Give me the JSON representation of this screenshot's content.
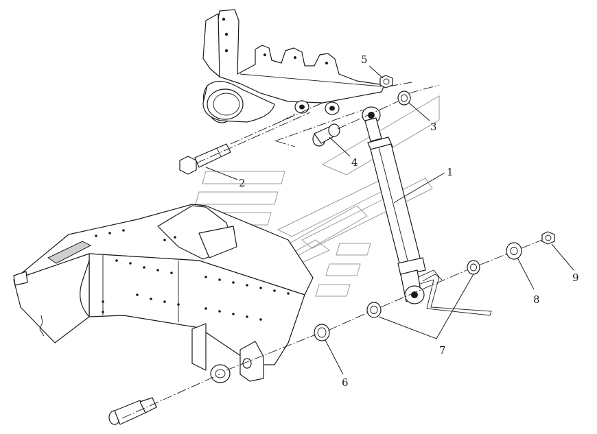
{
  "callouts": [
    {
      "id": "1",
      "label": "1"
    },
    {
      "id": "2",
      "label": "2"
    },
    {
      "id": "3",
      "label": "3"
    },
    {
      "id": "4",
      "label": "4"
    },
    {
      "id": "5",
      "label": "5"
    },
    {
      "id": "6",
      "label": "6"
    },
    {
      "id": "7",
      "label": "7"
    },
    {
      "id": "8",
      "label": "8"
    },
    {
      "id": "9",
      "label": "9"
    }
  ],
  "colors": {
    "line": "#1a1a1a",
    "background": "#ffffff",
    "watermark": "#9a9a9a"
  }
}
